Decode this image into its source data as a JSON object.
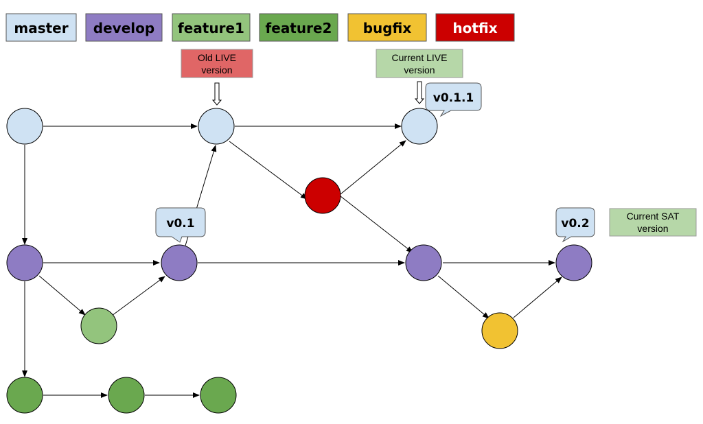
{
  "legend": [
    {
      "label": "master",
      "color": "#cfe2f3",
      "text_color": "#000000"
    },
    {
      "label": "develop",
      "color": "#8e7cc3",
      "text_color": "#000000"
    },
    {
      "label": "feature1",
      "color": "#93c47d",
      "text_color": "#000000"
    },
    {
      "label": "feature2",
      "color": "#6aa84f",
      "text_color": "#000000"
    },
    {
      "label": "bugfix",
      "color": "#f1c232",
      "text_color": "#000000"
    },
    {
      "label": "hotfix",
      "color": "#cc0000",
      "text_color": "#ffffff"
    }
  ],
  "notes": {
    "old_live": {
      "line1": "Old LIVE",
      "line2": "version",
      "color": "#e06666"
    },
    "current_live": {
      "line1": "Current LIVE",
      "line2": "version",
      "color": "#b6d7a8"
    },
    "current_sat": {
      "line1": "Current SAT",
      "line2": "version",
      "color": "#b6d7a8"
    }
  },
  "tags": {
    "v011": "v0.1.1",
    "v01": "v0.1",
    "v02": "v0.2"
  },
  "tag_color": "#cfe2f3"
}
